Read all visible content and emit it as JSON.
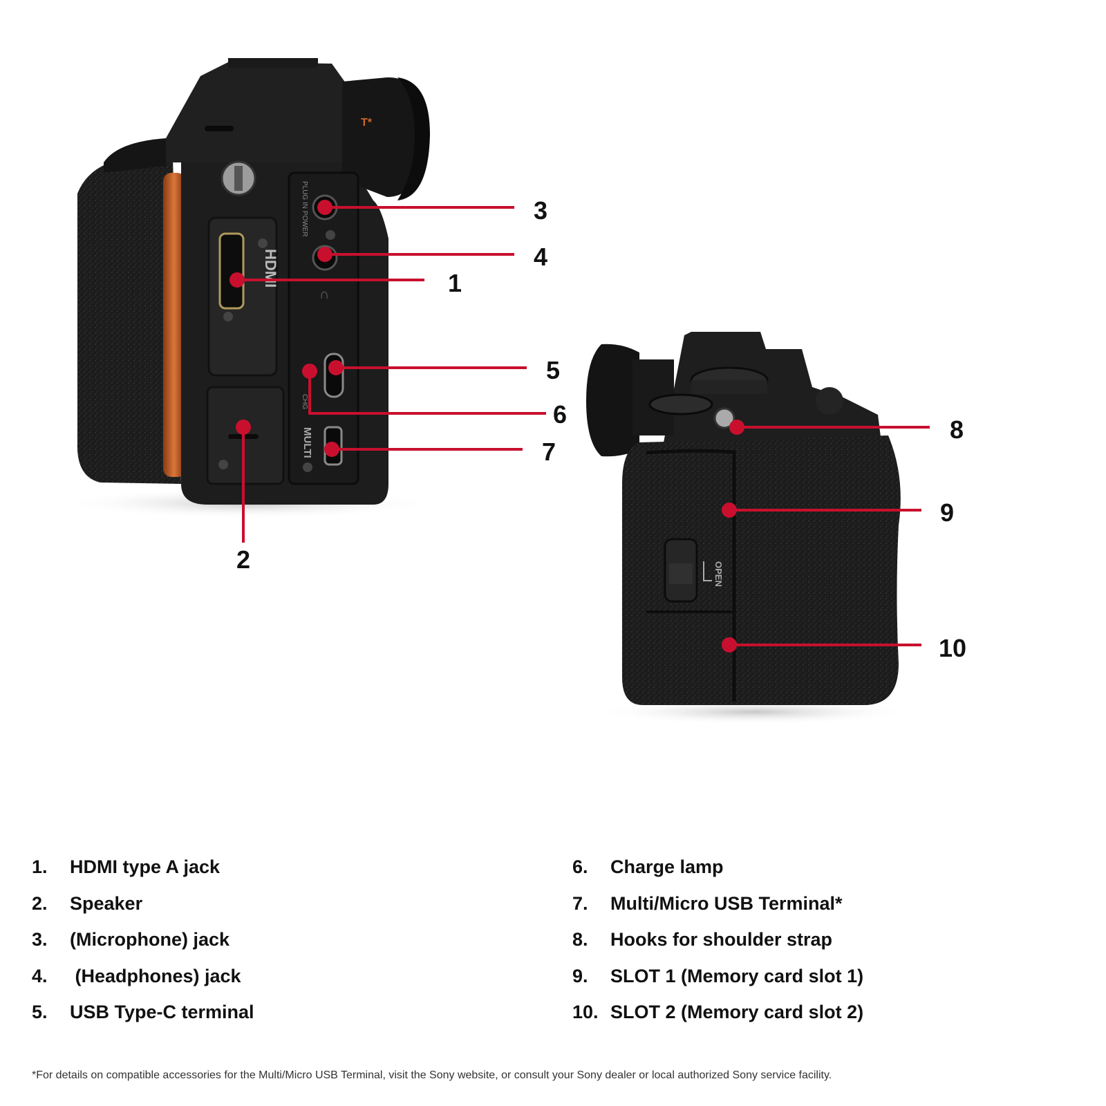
{
  "colors": {
    "callout": "#c8102e",
    "body": "#1b1b1b",
    "mount": "#c9632b",
    "text": "#111111"
  },
  "camera_markings": {
    "lens_mark": "T*",
    "hdmi": "HDMI",
    "plug_in_power": "PLUG IN POWER",
    "multi": "MULTI",
    "charge": "CHG",
    "open": "OPEN"
  },
  "callouts": [
    {
      "id": 1,
      "label": "1"
    },
    {
      "id": 2,
      "label": "2"
    },
    {
      "id": 3,
      "label": "3"
    },
    {
      "id": 4,
      "label": "4"
    },
    {
      "id": 5,
      "label": "5"
    },
    {
      "id": 6,
      "label": "6"
    },
    {
      "id": 7,
      "label": "7"
    },
    {
      "id": 8,
      "label": "8"
    },
    {
      "id": 9,
      "label": "9"
    },
    {
      "id": 10,
      "label": "10"
    }
  ],
  "legend": [
    {
      "num": "1.",
      "text": "HDMI type A jack"
    },
    {
      "num": "2.",
      "text": "Speaker"
    },
    {
      "num": "3.",
      "text": "(Microphone) jack"
    },
    {
      "num": "4.",
      "text": " (Headphones) jack"
    },
    {
      "num": "5.",
      "text": "USB Type-C terminal"
    },
    {
      "num": "6.",
      "text": "Charge lamp"
    },
    {
      "num": "7.",
      "text": "Multi/Micro USB Terminal*"
    },
    {
      "num": "8.",
      "text": "Hooks for shoulder strap"
    },
    {
      "num": "9.",
      "text": "SLOT 1 (Memory card slot 1)"
    },
    {
      "num": "10.",
      "text": "SLOT 2 (Memory card slot 2)"
    }
  ],
  "footnote": "*For details on compatible accessories for the Multi/Micro USB Terminal, visit the Sony website, or consult your Sony dealer or local authorized Sony service facility."
}
